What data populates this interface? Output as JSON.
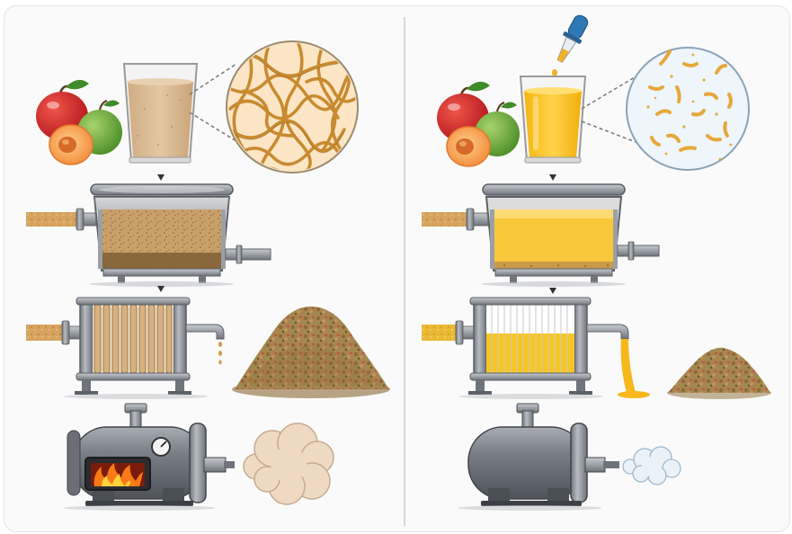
{
  "diagram": {
    "panels": [
      {
        "id": "left",
        "juice_appearance": "cloudy",
        "sediment_level": "thick",
        "pomace_pile": "large",
        "steam_output": "large",
        "heater": "fire-box",
        "stages": [
          "fruit-and-juice",
          "settling-tank",
          "filter-press",
          "boiler"
        ]
      },
      {
        "id": "right",
        "juice_appearance": "clear",
        "sediment_level": "thin",
        "pomace_pile": "small",
        "steam_output": "small",
        "heater": "none",
        "stages": [
          "enzyme-drop-fruit-and-juice",
          "settling-tank",
          "filter-press",
          "boiler"
        ]
      }
    ],
    "colors": {
      "cloudy_juice": "#d8b994",
      "clear_juice": "#f8c21c",
      "pomace": "#9a7a48",
      "metal": "#8e9399",
      "fire": "#f77a16",
      "pipe": "#d8a561",
      "pipe_right": "#e9b935",
      "dropper": "#2f78b6"
    }
  }
}
